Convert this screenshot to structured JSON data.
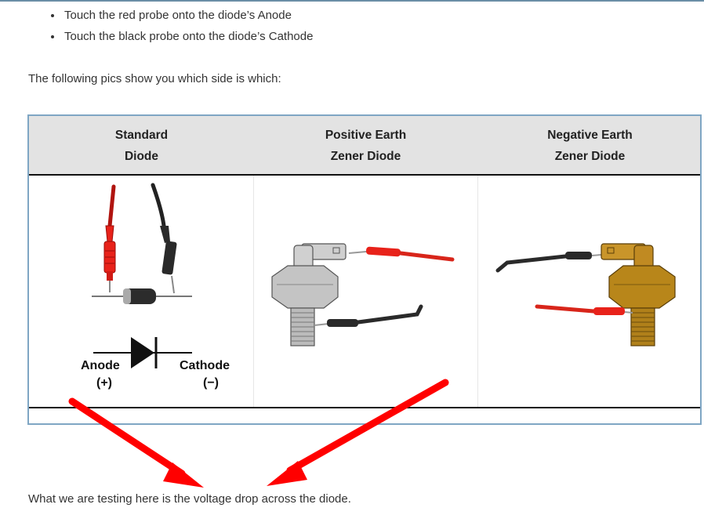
{
  "bullets": [
    "Touch the red probe onto the diode’s Anode",
    "Touch the black probe onto the diode’s Cathode"
  ],
  "intro_text": "The following pics show you which side is which:",
  "table": {
    "headers": [
      {
        "line1": "Standard",
        "line2": "Diode"
      },
      {
        "line1": "Positive Earth",
        "line2": "Zener Diode"
      },
      {
        "line1": "Negative Earth",
        "line2": "Zener Diode"
      }
    ],
    "diagram_labels": {
      "anode": "Anode",
      "anode_sign": "(+)",
      "cathode": "Cathode",
      "cathode_sign": "(−)"
    }
  },
  "outro_text": "What we are testing here is the voltage drop across the diode.",
  "colors": {
    "probe_red": "#e8221a",
    "probe_black": "#2a2a2a",
    "zener_silver": "#c4c4c4",
    "zener_gold": "#b8861a",
    "arrow_red": "#ff0000"
  }
}
